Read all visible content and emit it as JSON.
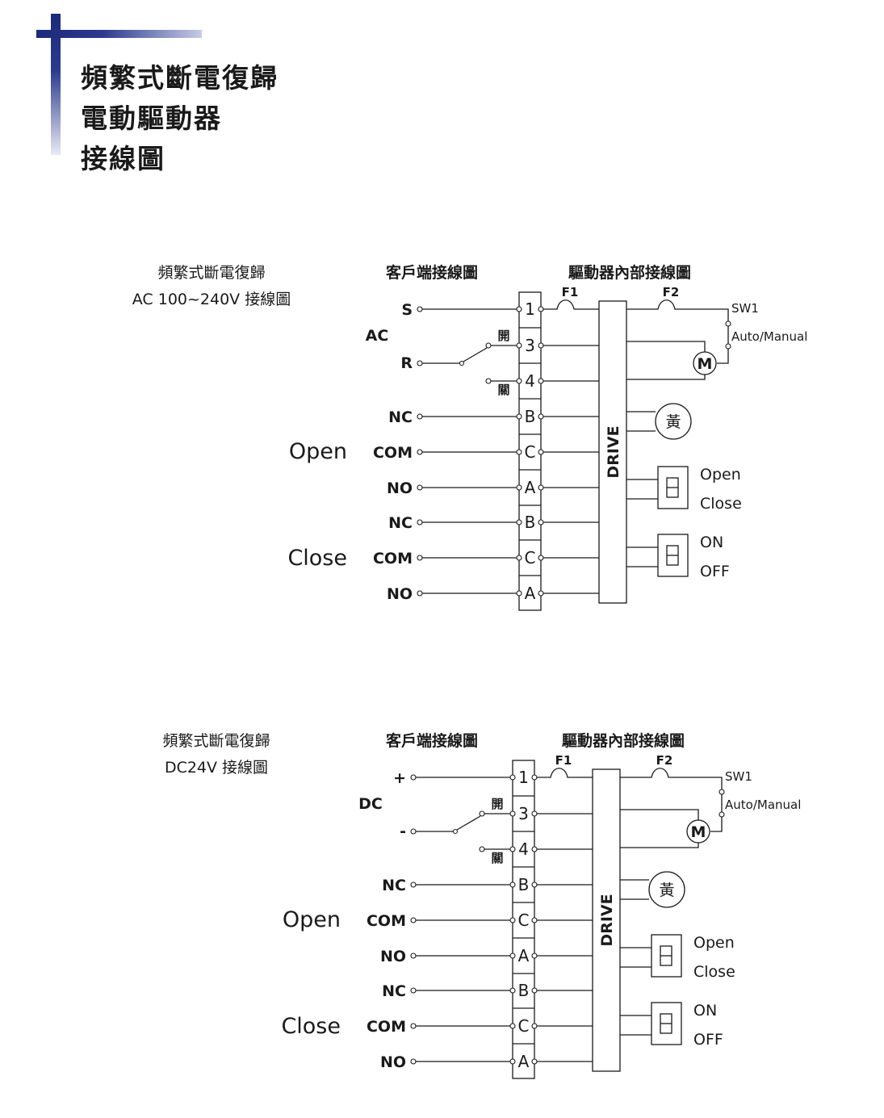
{
  "header": {
    "title_lines": [
      "頻繁式斷電復歸",
      "電動驅動器",
      "接線圖"
    ]
  },
  "diagrams": [
    {
      "caption_line1": "頻繁式斷電復歸",
      "caption_line2": "AC 100~240V 接線圖",
      "client_heading": "客戶端接線圖",
      "drive_heading": "驅動器內部接線圖",
      "supply_group": "AC",
      "supply_top": "S",
      "supply_bottom": "R",
      "switch_open_label": "開",
      "switch_close_label": "關",
      "terminals": [
        "1",
        "3",
        "4",
        "B",
        "C",
        "A",
        "B",
        "C",
        "A"
      ],
      "open_group": "Open",
      "close_group": "Close",
      "contacts": [
        "NC",
        "COM",
        "NO",
        "NC",
        "COM",
        "NO"
      ],
      "fuse1": "F1",
      "fuse2": "F2",
      "sw1": "SW1",
      "sw1_mode": "Auto/Manual",
      "motor": "M",
      "drive": "DRIVE",
      "lamp": "黃",
      "switch1_top": "Open",
      "switch1_bottom": "Close",
      "switch2_top": "ON",
      "switch2_bottom": "OFF"
    },
    {
      "caption_line1": "頻繁式斷電復歸",
      "caption_line2": "DC24V 接線圖",
      "client_heading": "客戶端接線圖",
      "drive_heading": "驅動器內部接線圖",
      "supply_group": "DC",
      "supply_top": "+",
      "supply_bottom": "-",
      "switch_open_label": "開",
      "switch_close_label": "關",
      "terminals": [
        "1",
        "3",
        "4",
        "B",
        "C",
        "A",
        "B",
        "C",
        "A"
      ],
      "open_group": "Open",
      "close_group": "Close",
      "contacts": [
        "NC",
        "COM",
        "NO",
        "NC",
        "COM",
        "NO"
      ],
      "fuse1": "F1",
      "fuse2": "F2",
      "sw1": "SW1",
      "sw1_mode": "Auto/Manual",
      "motor": "M",
      "drive": "DRIVE",
      "lamp": "黃",
      "switch1_top": "Open",
      "switch1_bottom": "Close",
      "switch2_top": "ON",
      "switch2_bottom": "OFF"
    }
  ]
}
